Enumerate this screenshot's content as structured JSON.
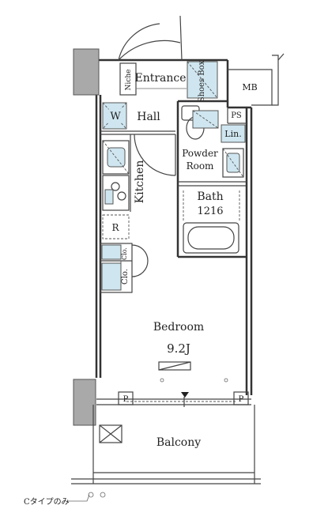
{
  "rooms": {
    "niche": "Niche",
    "entrance": "Entrance",
    "shoes_box": "Shoes Box",
    "mb": "MB",
    "wash": "W",
    "hall": "Hall",
    "ps": "PS",
    "linen": "Lin.",
    "powder_room_line1": "Powder",
    "powder_room_line2": "Room",
    "kitchen": "Kitchen",
    "bath": "Bath",
    "bath_size": "1216",
    "refrigerator": "R",
    "closet_upper": "Clo.",
    "closet_lower": "Clo.",
    "bedroom": "Bedroom",
    "bedroom_size": "9.2J",
    "pipe_left": "P",
    "pipe_right": "P",
    "balcony": "Balcony"
  },
  "note": "Cタイプのみ",
  "colors": {
    "fixture_fill": "#cfe6f0",
    "column_fill": "#a9a9a9",
    "wall": "#333333"
  }
}
